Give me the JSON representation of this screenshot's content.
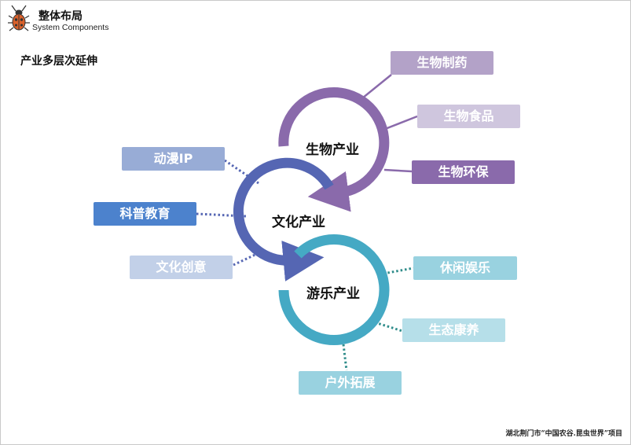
{
  "header": {
    "title": "整体布局",
    "subtitle": "System Components",
    "icon": "beetle-icon"
  },
  "section_title": "产业多层次延伸",
  "hubs": {
    "bio": "生物产业",
    "culture": "文化产业",
    "tour": "游乐产业"
  },
  "bio_items": [
    "生物制药",
    "生物食品",
    "生物环保"
  ],
  "culture_items": [
    "动漫IP",
    "科普教育",
    "文化创意"
  ],
  "tour_items": [
    "休闲娱乐",
    "生态康养",
    "户外拓展"
  ],
  "colors": {
    "bio": "#8a6aab",
    "culture": "#5566b3",
    "tour": "#45a9c4"
  },
  "footer": "湖北荆门市“中国农谷.昆虫世界”项目"
}
